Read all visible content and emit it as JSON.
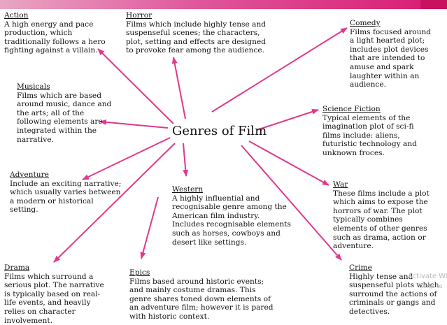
{
  "center": "Genres of Film",
  "genres": [
    {
      "key": "action",
      "title": "Action",
      "desc": "A high energy and pace production, which traditionally follows a hero fighting against a villain."
    },
    {
      "key": "horror",
      "title": "Horror",
      "desc": "Films which include highly tense and suspenseful scenes; the characters, plot, setting and effects are designed to provoke fear among the audience."
    },
    {
      "key": "comedy",
      "title": "Comedy",
      "desc": "Films focused around a light hearted plot; includes plot devices that are intended to amuse and spark laughter within an audience."
    },
    {
      "key": "musicals",
      "title": "Musicals",
      "desc": "Films which are based around music, dance and the arts; all of the following elements are integrated within the narrative."
    },
    {
      "key": "scifi",
      "title": "Science Fiction",
      "desc": "Typical elements of the imagination plot of sci-fi films include: aliens, futuristic technology and unknown froces."
    },
    {
      "key": "adventure",
      "title": "Adventure",
      "desc": "Include an exciting narrative; which usually varies between a modern or historical setting."
    },
    {
      "key": "western",
      "title": "Western",
      "desc": "A highly influential and recognisable genre among the American film industry. Includes recognisable elements such as horses, cowboys and desert like settings."
    },
    {
      "key": "war",
      "title": "War",
      "desc": "These films include a plot which aims to expose the horrors of war. The plot typically combines elements of other genres such as drama, action or adventure."
    },
    {
      "key": "drama",
      "title": "Drama",
      "desc": "Films which surround a serious plot.  The narrative is typically based on real-life events, and heavily relies on character involvement."
    },
    {
      "key": "epics",
      "title": "Epics",
      "desc": "Films based around historic events; and mainly costume dramas. This genre shares toned down elements of an adventure film; however it is pared with historic context."
    },
    {
      "key": "crime",
      "title": "Crime",
      "desc": "Highly tense and suspenseful plots which surround the actions of criminals or gangs and detectives."
    }
  ],
  "watermark": {
    "line1": "Activate Wi",
    "line2": "ttings to"
  },
  "colors": {
    "arrow": "#e0388a",
    "bar_start": "#e9a6c4",
    "bar_end": "#d81b72"
  }
}
